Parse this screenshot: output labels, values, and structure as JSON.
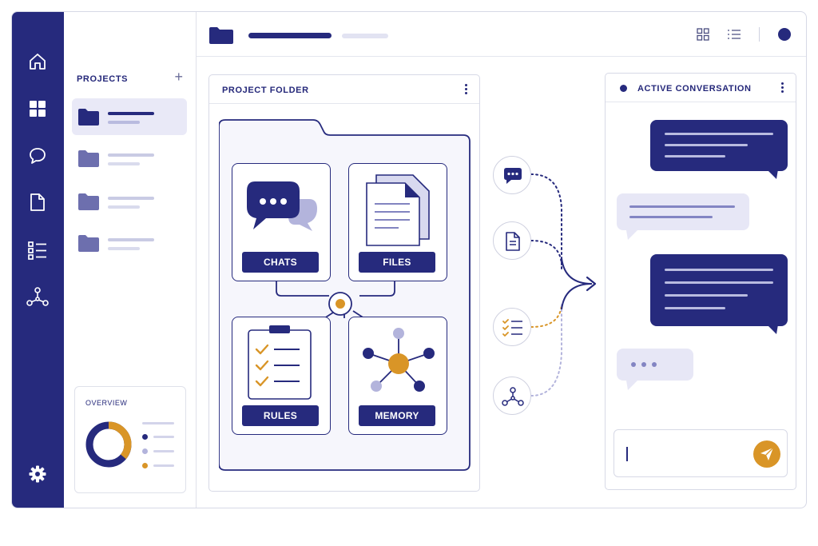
{
  "sidebar": {
    "heading": "PROJECTS",
    "add_symbol": "+",
    "nav_icons": [
      "home-icon",
      "dashboard-icon",
      "chat-icon",
      "document-icon",
      "checklist-icon",
      "network-icon"
    ],
    "settings_icon": "gear-icon"
  },
  "overview": {
    "title": "OVERVIEW",
    "donut": [
      {
        "fraction": 0.36,
        "color": "#d99527"
      },
      {
        "fraction": 0.64,
        "color": "#262a7d"
      }
    ],
    "legend_colors": [
      "#262a7d",
      "#b3b4dc",
      "#d99527"
    ]
  },
  "project_folder": {
    "title": "PROJECT FOLDER",
    "cards": {
      "chats": "CHATS",
      "files": "FILES",
      "rules": "RULES",
      "memory": "MEMORY"
    }
  },
  "conversation": {
    "title": "ACTIVE CONVERSATION"
  },
  "colors": {
    "primary": "#262a7d",
    "accent": "#d99527",
    "lavender": "#e7e7f6",
    "muted": "#b3b4dc"
  }
}
